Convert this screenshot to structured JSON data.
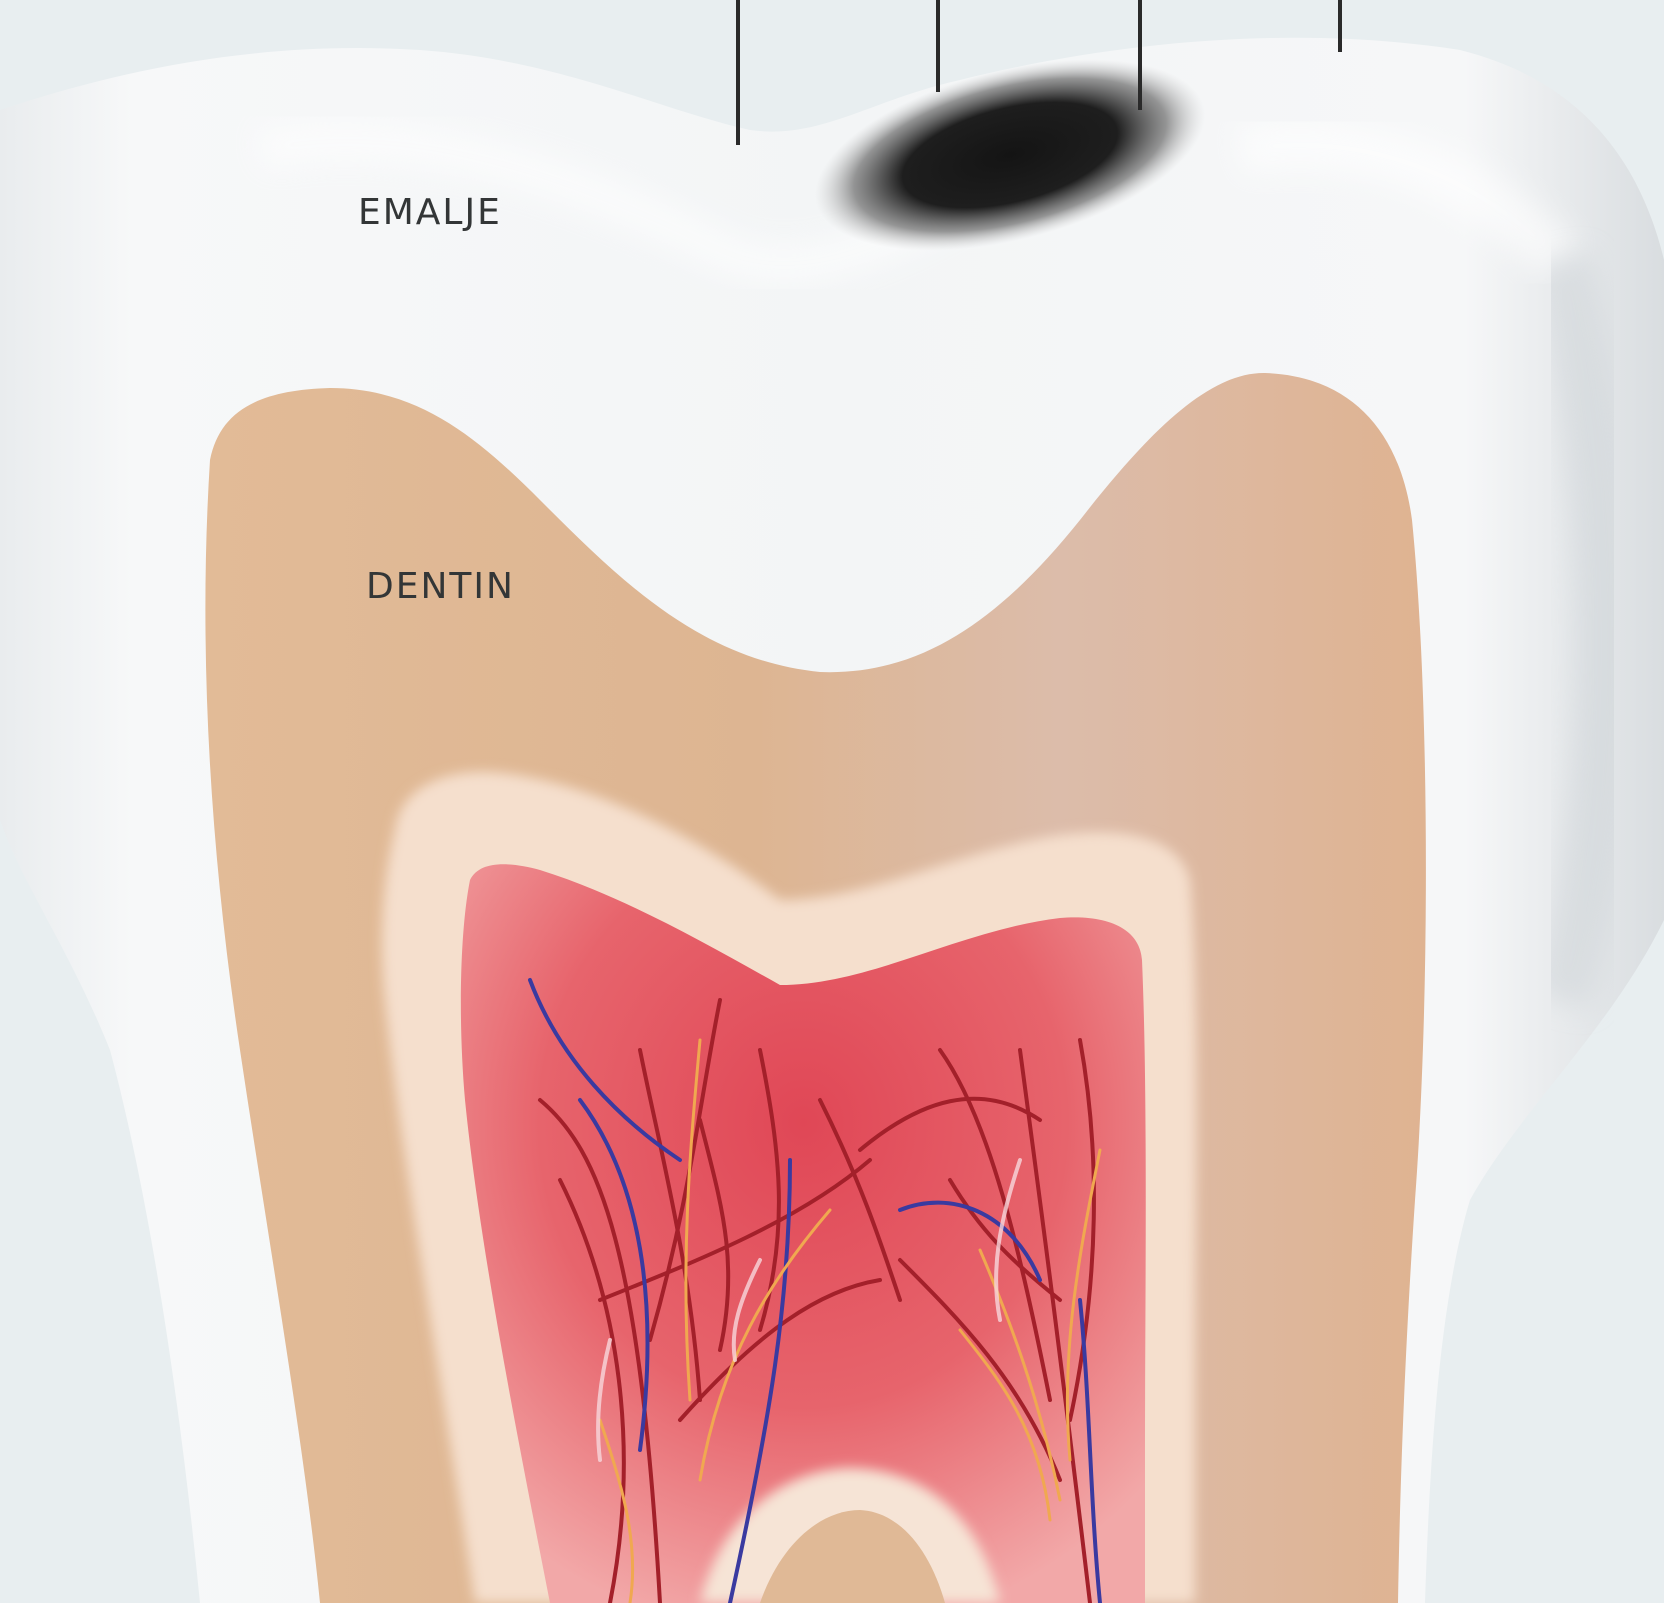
{
  "colors": {
    "background": "#e8eef0",
    "enamel": "#f2f4f5",
    "dentin": "#deb694",
    "pulp_border": "#f6e0d0",
    "pulp": "#e45862",
    "caries": "#1c1c1c",
    "pointer_lines": "#2a2a2a",
    "artery": "#a3202a",
    "vein": "#3a3aa0",
    "nerve": "#f0a850"
  },
  "labels": {
    "enamel": "EMALJE",
    "dentin": "DENTIN"
  },
  "structures": [
    "enamel",
    "dentin",
    "pulp",
    "caries-lesion",
    "blood-vessels",
    "nerves"
  ]
}
